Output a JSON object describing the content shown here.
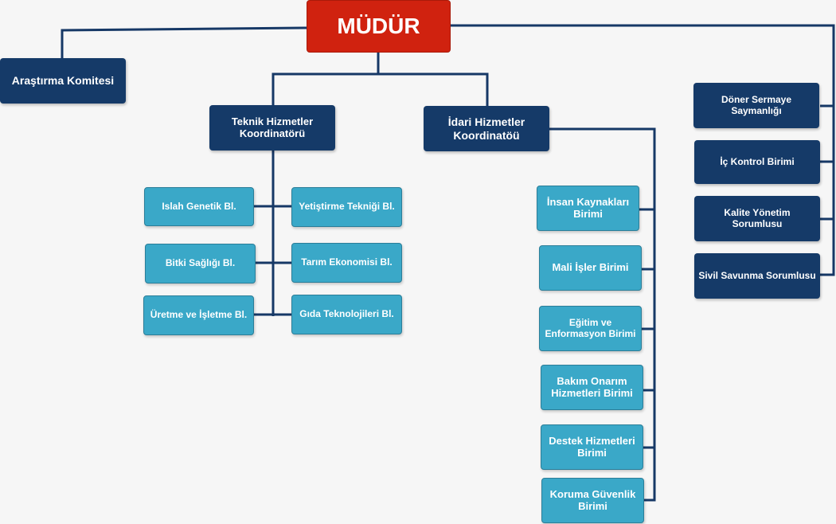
{
  "director": "MÜDÜR",
  "research_committee": "Araştırma Komitesi",
  "coordinators": {
    "technical": [
      "Teknik Hizmetler",
      "Koordinatörü"
    ],
    "administrative": [
      "İdari Hizmetler",
      "Koordinatöü"
    ]
  },
  "technical_units": [
    "Islah Genetik Bl.",
    "Yetiştirme Tekniği Bl.",
    "Bitki Sağlığı Bl.",
    "Tarım Ekonomisi Bl.",
    "Üretme ve İşletme Bl.",
    "Gıda Teknolojileri Bl."
  ],
  "administrative_units": [
    [
      "İnsan Kaynakları",
      "Birimi"
    ],
    [
      "Mali İşler Birimi"
    ],
    [
      "Eğitim ve",
      "Enformasyon Birimi"
    ],
    [
      "Bakım Onarım",
      "Hizmetleri Birimi"
    ],
    [
      "Destek Hizmetleri",
      "Birimi"
    ],
    [
      "Koruma Güvenlik",
      "Birimi"
    ]
  ],
  "director_units": [
    [
      "Döner Sermaye",
      "Saymanlığı"
    ],
    [
      "İç Kontrol Birimi"
    ],
    [
      "Kalite Yönetim",
      "Sorumlusu"
    ],
    [
      "Sivil Savunma Sorumlusu"
    ]
  ],
  "colors": {
    "navy": "#153a68",
    "cyan": "#3aa8c8",
    "red": "#d0220f"
  }
}
